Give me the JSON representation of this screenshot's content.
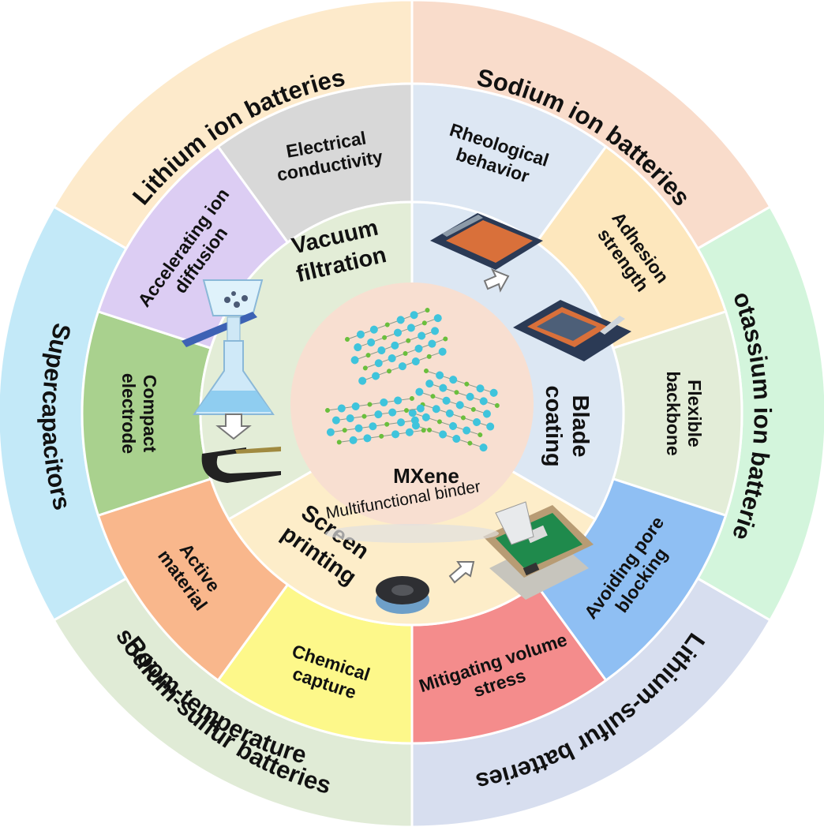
{
  "core": {
    "title": "MXene",
    "subtitle": "Multifunctional binder"
  },
  "outer_ring": [
    {
      "label": "Lithium ion batteries",
      "color": "#fdeacb"
    },
    {
      "label": "Sodium ion batteries",
      "color": "#f9dccb"
    },
    {
      "label": "Potassium ion batteries",
      "color": "#d3f5dc"
    },
    {
      "label": "Lithium-sulfur batteries",
      "color": "#d7deef"
    },
    {
      "label": "Room-temperature sodium-sulfur batteries",
      "color": "#e0ebd6"
    },
    {
      "label": "Supercapacitors",
      "color": "#c3e9f8"
    }
  ],
  "middle_ring": [
    {
      "label": "Electrical conductivity",
      "color": "#d8d8d8"
    },
    {
      "label": "Rheological behavior",
      "color": "#dde7f3"
    },
    {
      "label": "Adhesion strength",
      "color": "#fde7bd"
    },
    {
      "label": "Flexible backbone",
      "color": "#e3edd8"
    },
    {
      "label": "Avoiding pore blocking",
      "color": "#8fbff3"
    },
    {
      "label": "Mitigating volume stress",
      "color": "#f48c8c"
    },
    {
      "label": "Chemical capture",
      "color": "#fdf88a"
    },
    {
      "label": "Active material",
      "color": "#f9b78c"
    },
    {
      "label": "Compact electrode",
      "color": "#a9d18e"
    },
    {
      "label": "Accelerating ion diffusion",
      "color": "#dccdf3"
    }
  ],
  "inner_ring": [
    {
      "label": "Vacuum filtration",
      "color": "#e3edd7"
    },
    {
      "label": "Blade coating",
      "color": "#dce7f3"
    },
    {
      "label": "Screen printing",
      "color": "#fdedc9"
    }
  ],
  "colors": {
    "core_fill": "#f8dfd1",
    "mxene_ti": "#3fc4dc",
    "mxene_c": "#6abf3c",
    "substrate": "#2b3a55",
    "coating": "#d9703a"
  },
  "icons": [
    "vacuum-filtration-funnel-icon",
    "flexible-electrode-icon",
    "blade-coater-icon",
    "screen-printer-icon",
    "coin-cell-icon",
    "arrow-icon"
  ]
}
